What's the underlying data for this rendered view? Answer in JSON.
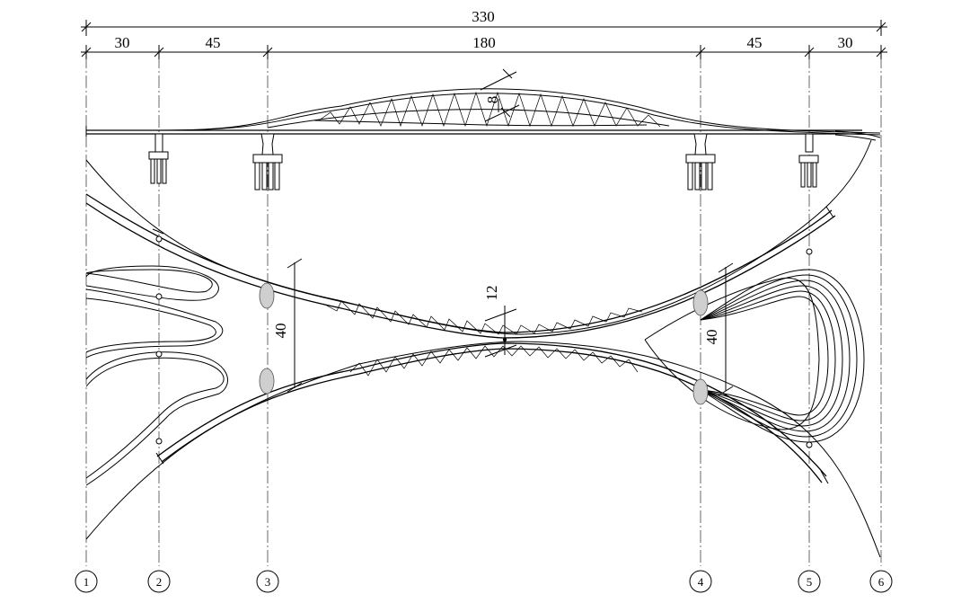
{
  "dimensions": {
    "overall": "330",
    "spans": [
      "30",
      "45",
      "180",
      "45",
      "30"
    ]
  },
  "details": {
    "truss_depth": "8",
    "deck_gap": "12",
    "left_width": "40",
    "right_width": "40"
  },
  "grid_axes": [
    "1",
    "2",
    "3",
    "4",
    "5",
    "6"
  ]
}
